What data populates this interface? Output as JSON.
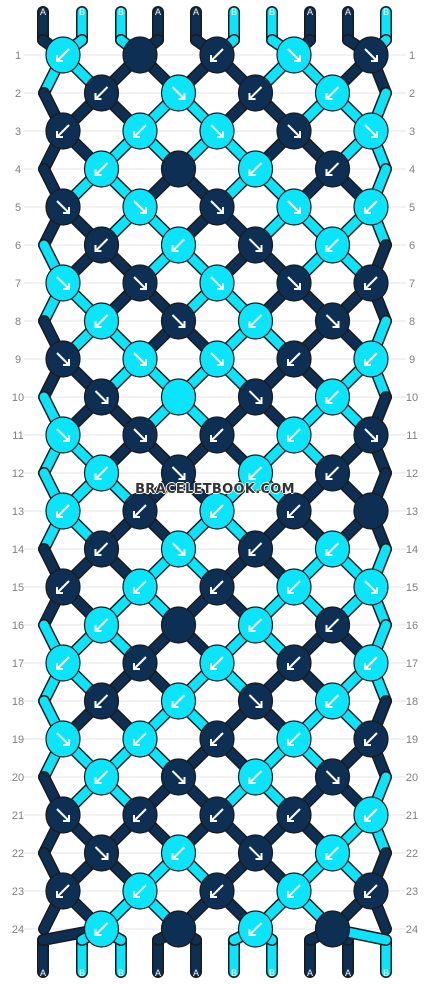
{
  "colors": {
    "A": "#0d2f54",
    "B": "#0ae4fc",
    "arrow": "#ffffff",
    "outline": "#1a1a1a",
    "row_number": "#808080",
    "line": "#e6e6e6"
  },
  "strings": {
    "top": [
      "A",
      "B",
      "B",
      "A",
      "A",
      "B",
      "B",
      "A",
      "A",
      "B"
    ],
    "bottom": [
      "A",
      "B",
      "B",
      "A",
      "A",
      "B",
      "B",
      "A",
      "A",
      "B"
    ]
  },
  "watermark": "BRACELETBOOK.COM",
  "rows": [
    {
      "n": "1",
      "knots": [
        [
          "B",
          "sw"
        ],
        [
          "A",
          "none"
        ],
        [
          "A",
          "sw"
        ],
        [
          "B",
          "se"
        ],
        [
          "A",
          "se"
        ]
      ]
    },
    {
      "n": "2",
      "knots": [
        [
          "A",
          "sw"
        ],
        [
          "B",
          "se"
        ],
        [
          "A",
          "sw"
        ],
        [
          "B",
          "sw"
        ]
      ]
    },
    {
      "n": "3",
      "knots": [
        [
          "A",
          "sw"
        ],
        [
          "B",
          "sw"
        ],
        [
          "B",
          "se"
        ],
        [
          "A",
          "se"
        ],
        [
          "B",
          "se"
        ]
      ]
    },
    {
      "n": "4",
      "knots": [
        [
          "B",
          "sw"
        ],
        [
          "A",
          "none"
        ],
        [
          "B",
          "sw"
        ],
        [
          "A",
          "sw"
        ]
      ]
    },
    {
      "n": "5",
      "knots": [
        [
          "A",
          "se"
        ],
        [
          "B",
          "se"
        ],
        [
          "A",
          "se"
        ],
        [
          "B",
          "se"
        ],
        [
          "B",
          "sw"
        ]
      ]
    },
    {
      "n": "6",
      "knots": [
        [
          "A",
          "sw"
        ],
        [
          "B",
          "sw"
        ],
        [
          "A",
          "se"
        ],
        [
          "B",
          "sw"
        ]
      ]
    },
    {
      "n": "7",
      "knots": [
        [
          "B",
          "se"
        ],
        [
          "A",
          "se"
        ],
        [
          "B",
          "se"
        ],
        [
          "A",
          "se"
        ],
        [
          "A",
          "sw"
        ]
      ]
    },
    {
      "n": "8",
      "knots": [
        [
          "B",
          "sw"
        ],
        [
          "A",
          "se"
        ],
        [
          "B",
          "sw"
        ],
        [
          "A",
          "se"
        ]
      ]
    },
    {
      "n": "9",
      "knots": [
        [
          "A",
          "se"
        ],
        [
          "B",
          "se"
        ],
        [
          "B",
          "se"
        ],
        [
          "A",
          "sw"
        ],
        [
          "B",
          "sw"
        ]
      ]
    },
    {
      "n": "10",
      "knots": [
        [
          "A",
          "se"
        ],
        [
          "B",
          "none"
        ],
        [
          "A",
          "se"
        ],
        [
          "B",
          "sw"
        ]
      ]
    },
    {
      "n": "11",
      "knots": [
        [
          "B",
          "se"
        ],
        [
          "A",
          "se"
        ],
        [
          "A",
          "sw"
        ],
        [
          "B",
          "sw"
        ],
        [
          "A",
          "se"
        ]
      ]
    },
    {
      "n": "12",
      "knots": [
        [
          "B",
          "sw"
        ],
        [
          "A",
          "se"
        ],
        [
          "B",
          "sw"
        ],
        [
          "A",
          "sw"
        ]
      ]
    },
    {
      "n": "13",
      "knots": [
        [
          "B",
          "sw"
        ],
        [
          "A",
          "sw"
        ],
        [
          "B",
          "sw"
        ],
        [
          "A",
          "sw"
        ],
        [
          "A",
          "none"
        ]
      ]
    },
    {
      "n": "14",
      "knots": [
        [
          "A",
          "sw"
        ],
        [
          "B",
          "se"
        ],
        [
          "A",
          "sw"
        ],
        [
          "B",
          "sw"
        ]
      ]
    },
    {
      "n": "15",
      "knots": [
        [
          "A",
          "sw"
        ],
        [
          "B",
          "sw"
        ],
        [
          "A",
          "sw"
        ],
        [
          "B",
          "sw"
        ],
        [
          "B",
          "se"
        ]
      ]
    },
    {
      "n": "16",
      "knots": [
        [
          "B",
          "sw"
        ],
        [
          "A",
          "none"
        ],
        [
          "B",
          "sw"
        ],
        [
          "A",
          "sw"
        ]
      ]
    },
    {
      "n": "17",
      "knots": [
        [
          "B",
          "sw"
        ],
        [
          "A",
          "sw"
        ],
        [
          "B",
          "sw"
        ],
        [
          "A",
          "sw"
        ],
        [
          "B",
          "sw"
        ]
      ]
    },
    {
      "n": "18",
      "knots": [
        [
          "A",
          "sw"
        ],
        [
          "B",
          "sw"
        ],
        [
          "A",
          "se"
        ],
        [
          "B",
          "sw"
        ]
      ]
    },
    {
      "n": "19",
      "knots": [
        [
          "B",
          "se"
        ],
        [
          "B",
          "sw"
        ],
        [
          "A",
          "sw"
        ],
        [
          "B",
          "sw"
        ],
        [
          "A",
          "sw"
        ]
      ]
    },
    {
      "n": "20",
      "knots": [
        [
          "B",
          "sw"
        ],
        [
          "A",
          "se"
        ],
        [
          "B",
          "sw"
        ],
        [
          "A",
          "se"
        ]
      ]
    },
    {
      "n": "21",
      "knots": [
        [
          "A",
          "se"
        ],
        [
          "A",
          "sw"
        ],
        [
          "A",
          "sw"
        ],
        [
          "A",
          "sw"
        ],
        [
          "B",
          "sw"
        ]
      ]
    },
    {
      "n": "22",
      "knots": [
        [
          "A",
          "se"
        ],
        [
          "B",
          "sw"
        ],
        [
          "A",
          "se"
        ],
        [
          "B",
          "sw"
        ]
      ]
    },
    {
      "n": "23",
      "knots": [
        [
          "A",
          "sw"
        ],
        [
          "B",
          "sw"
        ],
        [
          "A",
          "sw"
        ],
        [
          "B",
          "sw"
        ],
        [
          "A",
          "sw"
        ]
      ]
    },
    {
      "n": "24",
      "knots": [
        [
          "B",
          "sw"
        ],
        [
          "A",
          "none"
        ],
        [
          "B",
          "sw"
        ],
        [
          "A",
          "none"
        ]
      ]
    }
  ]
}
